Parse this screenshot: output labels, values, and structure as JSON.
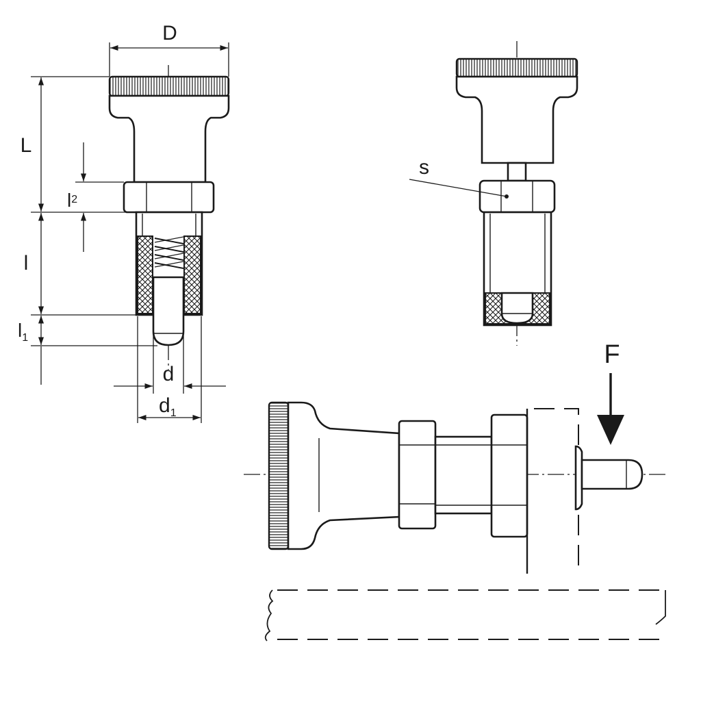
{
  "labels": {
    "D": "D",
    "L": "L",
    "l2_main": "l",
    "l2_sub": "2",
    "l": "l",
    "l1_main": "l",
    "l1_sub": "1",
    "d": "d",
    "d1_main": "d",
    "d1_sub": "1",
    "s": "s",
    "F": "F"
  }
}
